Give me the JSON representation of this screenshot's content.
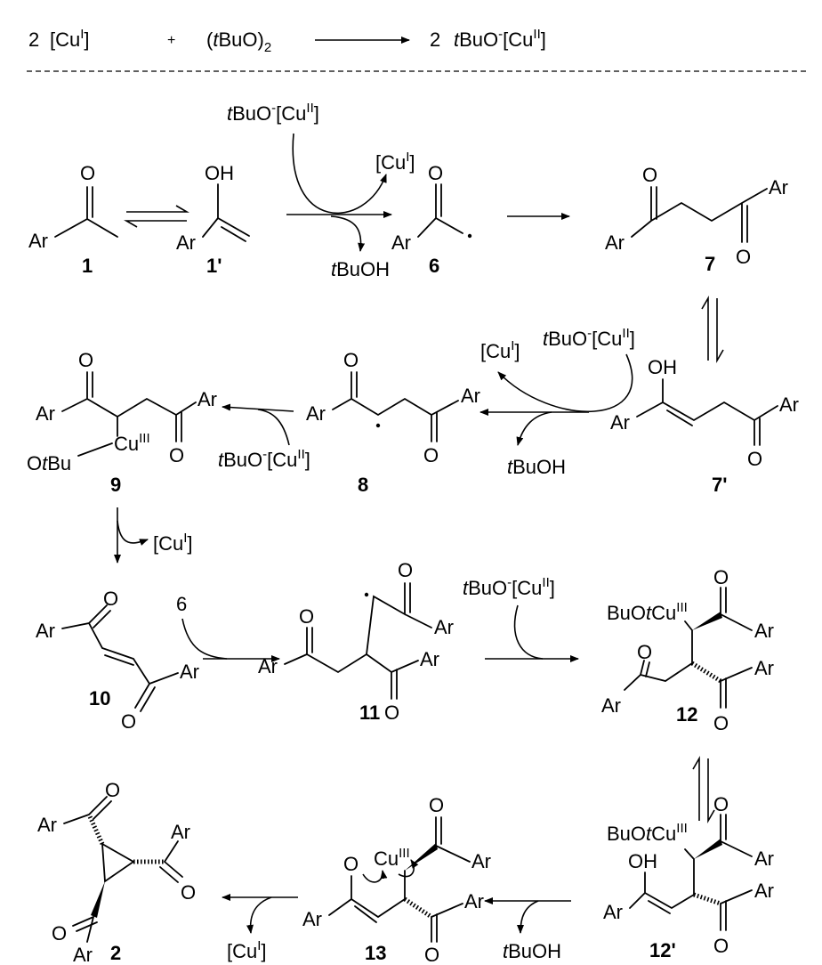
{
  "equation": {
    "coef1": "2",
    "cu1": [
      {
        "t": "[Cu"
      },
      {
        "t": "I",
        "s": "sup"
      },
      {
        "t": "]"
      }
    ],
    "plus": "+",
    "peroxide": [
      {
        "t": "("
      },
      {
        "t": "t",
        "s": "i"
      },
      {
        "t": "BuO)"
      },
      {
        "t": "2",
        "s": "sub"
      }
    ],
    "coef2": "2",
    "product": [
      {
        "t": "t",
        "s": "i"
      },
      {
        "t": "BuO"
      },
      {
        "t": "-",
        "s": "sup"
      },
      {
        "t": "[Cu"
      },
      {
        "t": "II",
        "s": "sup"
      },
      {
        "t": "]"
      }
    ]
  },
  "reagents": {
    "tbuo_cu2": [
      {
        "t": "t",
        "s": "i"
      },
      {
        "t": "BuO"
      },
      {
        "t": "-",
        "s": "sup"
      },
      {
        "t": "[Cu"
      },
      {
        "t": "II",
        "s": "sup"
      },
      {
        "t": "]"
      }
    ],
    "cu1": [
      {
        "t": "[Cu"
      },
      {
        "t": "I",
        "s": "sup"
      },
      {
        "t": "]"
      }
    ],
    "tbuoh": [
      {
        "t": "t",
        "s": "i"
      },
      {
        "t": "BuOH"
      }
    ],
    "six": "6"
  },
  "atoms": {
    "ar": "Ar",
    "o": "O",
    "oh": "OH",
    "otbu": [
      {
        "t": "O"
      },
      {
        "t": "t",
        "s": "i"
      },
      {
        "t": "Bu"
      }
    ],
    "cu3": [
      {
        "t": "Cu"
      },
      {
        "t": "III",
        "s": "sup"
      }
    ],
    "buotcu3": [
      {
        "t": "BuO"
      },
      {
        "t": "t",
        "s": "i"
      },
      {
        "t": "Cu"
      },
      {
        "t": "III",
        "s": "sup"
      }
    ]
  },
  "compounds": {
    "c1": "1",
    "c1p": "1'",
    "c6": "6",
    "c7": "7",
    "c7p": "7'",
    "c8": "8",
    "c9": "9",
    "c10": "10",
    "c11": "11",
    "c12": "12",
    "c12p": "12'",
    "c13": "13",
    "c2": "2"
  }
}
